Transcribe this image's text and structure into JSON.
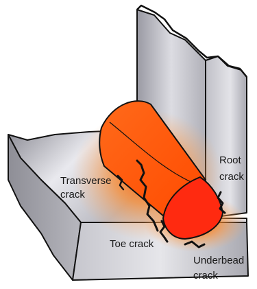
{
  "labels": {
    "transverse": [
      "Transverse",
      "crack"
    ],
    "root": [
      "Root",
      "crack"
    ],
    "toe": "Toe crack",
    "underbead": [
      "Underbead",
      "crack"
    ]
  }
}
